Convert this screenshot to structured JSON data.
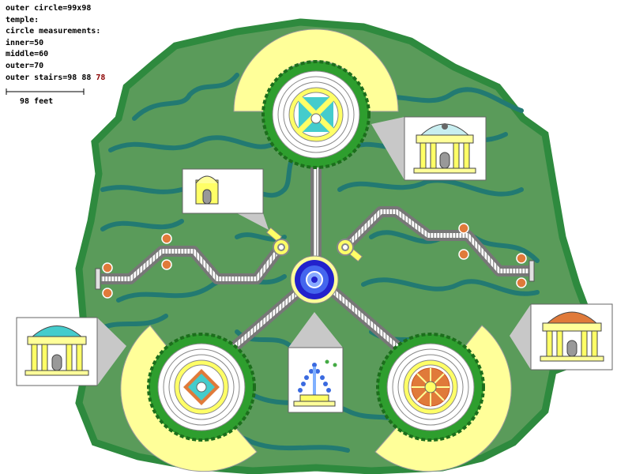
{
  "info": {
    "outer_circle": "outer circle=99x98",
    "temple": "temple:",
    "circle_meas": "circle measurements:",
    "inner": "inner=50",
    "middle": "middle=60",
    "outer": "outer=70",
    "stairs_prefix": "outer stairs=98  88",
    "stairs_red": "78"
  },
  "scale": {
    "label": "98 feet"
  },
  "colors": {
    "island": "#5a9b5a",
    "island_edge": "#2e8a3e",
    "river": "#227a72",
    "path": "#7a7a7a",
    "sand": "#ffff99",
    "temple_yellow": "#ffff66",
    "fountain": "#3a3ae0",
    "bush": "#2e9e2e"
  }
}
